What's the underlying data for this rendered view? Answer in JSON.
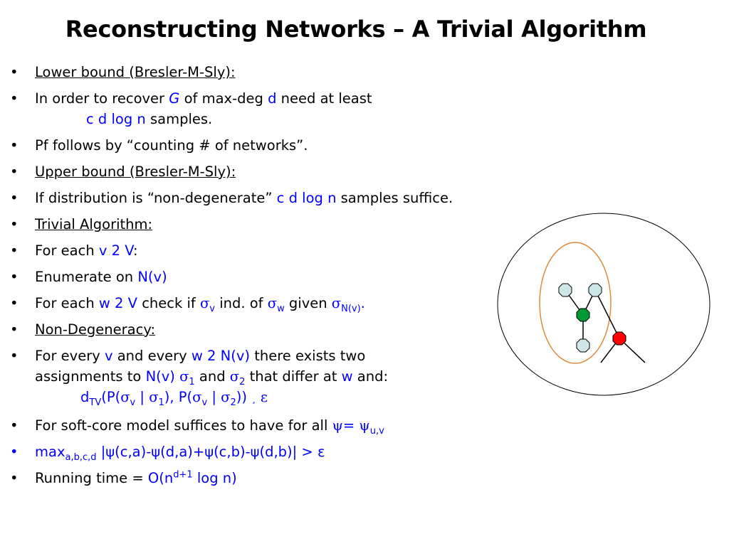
{
  "slide": {
    "title": "Reconstructing Networks – A Trivial Algorithm",
    "bullet_char": "•"
  },
  "b1": {
    "text": "Lower bound (Bresler-M-Sly):"
  },
  "b2": {
    "pre": "In order to recover ",
    "G": "G",
    "mid": " of max-deg ",
    "d": "d",
    "post": " need at least",
    "line2_blue": "c d log n",
    "line2_post": " samples."
  },
  "b3": {
    "text": "Pf follows by “counting # of networks”."
  },
  "b4": {
    "text": "Upper bound (Bresler-M-Sly):"
  },
  "b5": {
    "pre": "If distribution is “non-degenerate” ",
    "blue": "c d log n",
    "post": " samples suffice."
  },
  "b6": {
    "text": "Trivial Algorithm:"
  },
  "b7": {
    "pre": "For each ",
    "blue": "v 2 V",
    "post": ":"
  },
  "b8": {
    "pre": "Enumerate on ",
    "blue": "N(v)"
  },
  "b9": {
    "pre": "For each ",
    "blue": "w 2 V",
    "mid": " check if  ",
    "sigma": "σ",
    "sub_v": "v",
    "mid2": " ind. of ",
    "sub_w": "w",
    "mid3": " given ",
    "sub_nv": "N(v)",
    "post": "."
  },
  "b10": {
    "text": "Non-Degeneracy:"
  },
  "b11": {
    "pre": "For every ",
    "v": "v",
    "mid": " and every ",
    "w2nv": "w 2 N(v)",
    "post": " there exists two",
    "l2_pre": "assignments to ",
    "l2_nv": "N(v)",
    "sigma": "σ",
    "one": "1",
    "and": " and ",
    "two": "2",
    "l2_mid": " that differ at ",
    "l2_w": "w",
    "l2_post": " and:",
    "l3_d": "d",
    "l3_tv": "TV",
    "l3_a": "(P(",
    "l3_v": "v",
    "l3_b": " | ",
    "l3_c": "), P(",
    "l3_d2": ")) ",
    "l3_cedil": "¸",
    "l3_eps": " ε"
  },
  "b12": {
    "pre": "For soft-core model suffices to have for all ",
    "psi": "ψ",
    "eq": "= ",
    "uv": "u,v"
  },
  "b13": {
    "max": "max",
    "sub": "a,b,c,d",
    "expr": " |ψ(c,a)-ψ(d,a)+ψ(c,b)-ψ(d,b)| > ε"
  },
  "b14": {
    "pre": "Running time = ",
    "o": "O(n",
    "sup": "d+1",
    "post": " log n)"
  },
  "diagram": {
    "colors": {
      "node_light": "#cfe6e8",
      "node_green": "#009933",
      "node_red": "#ff0000",
      "ellipse_orange": "#e08a3a"
    }
  }
}
